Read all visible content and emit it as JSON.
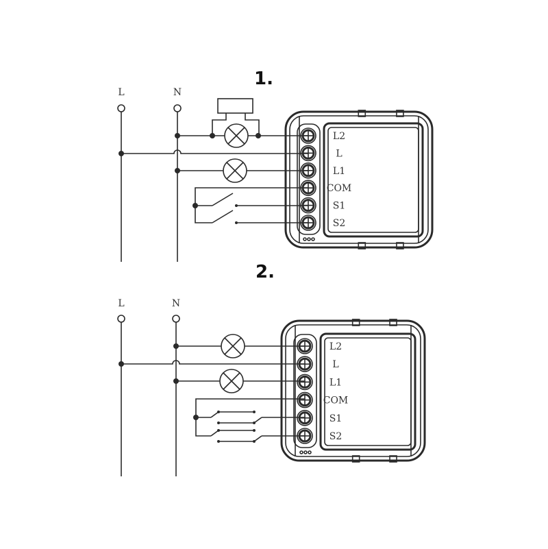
{
  "diagrams": [
    {
      "title": "1.",
      "supply": {
        "line": "L",
        "neutral": "N"
      },
      "terminals": [
        "L2",
        "L",
        "L1",
        "COM",
        "S1",
        "S2"
      ],
      "description_elements": {
        "lamps": 2,
        "switch_type": "single-pole",
        "extra_load_box": true
      }
    },
    {
      "title": "2.",
      "supply": {
        "line": "L",
        "neutral": "N"
      },
      "terminals": [
        "L2",
        "L",
        "L1",
        "COM",
        "S1",
        "S2"
      ],
      "description_elements": {
        "lamps": 2,
        "switch_type": "two-way"
      }
    }
  ],
  "colors": {
    "line": "#2a2a2a",
    "background": "#ffffff"
  }
}
